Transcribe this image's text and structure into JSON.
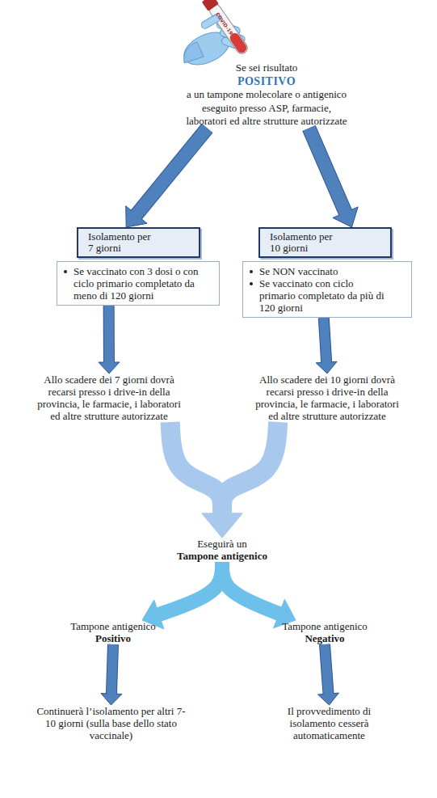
{
  "diagram": {
    "nodes": [
      {
        "text": [
          "Se sei risultato",
          "POSITIVO",
          "a un tampone molecolare o antigenico eseguito presso ASP, farmacie, laboratori ed altre strutture autorizzate"
        ]
      },
      {
        "text": [
          "Isolamento per 7 giorni"
        ]
      },
      {
        "text": [
          "Isolamento per 10 giorni"
        ]
      },
      {
        "text": [
          "Se vaccinato con 3 dosi o con ciclo primario completato da meno di 120 giorni"
        ]
      },
      {
        "text": [
          "Se NON vaccinato",
          "Se vaccinato con ciclo primario completato da più di 120 giorni"
        ]
      },
      {
        "text": [
          "Allo scadere dei 7 giorni dovrà recarsi presso i drive-in della provincia, le farmacie, i laboratori ed altre strutture autorizzate"
        ]
      },
      {
        "text": [
          "Allo scadere dei 10 giorni dovrà recarsi presso i drive-in della provincia, le farmacie, i laboratori ed altre strutture autorizzate"
        ]
      },
      {
        "text": [
          "Eseguirà un",
          "Tampone antigenico"
        ]
      },
      {
        "text": [
          "Tampone antigenico",
          "Positivo"
        ]
      },
      {
        "text": [
          "Tampone antigenico",
          "Negativo"
        ]
      },
      {
        "text": [
          "Continuerà l’isolamento per altri 7-10 giorni (sulla base dello stato vaccinale)"
        ]
      },
      {
        "text": [
          "Il provvedimento di isolamento cesserà automaticamente"
        ]
      }
    ],
    "edges": [
      {
        "from": 0,
        "to": 1,
        "arrow": "to"
      },
      {
        "from": 0,
        "to": 2,
        "arrow": "to"
      },
      {
        "from": 3,
        "to": 5,
        "arrow": "to"
      },
      {
        "from": 4,
        "to": 6,
        "arrow": "to"
      },
      {
        "from": 5,
        "to": 7,
        "arrow": "to"
      },
      {
        "from": 6,
        "to": 7,
        "arrow": "to"
      },
      {
        "from": 7,
        "to": 8,
        "arrow": "to"
      },
      {
        "from": 7,
        "to": 9,
        "arrow": "to"
      },
      {
        "from": 8,
        "to": 10,
        "arrow": "to"
      },
      {
        "from": 9,
        "to": 11,
        "arrow": "to"
      }
    ],
    "labels": [
      "COVID-19"
    ]
  }
}
